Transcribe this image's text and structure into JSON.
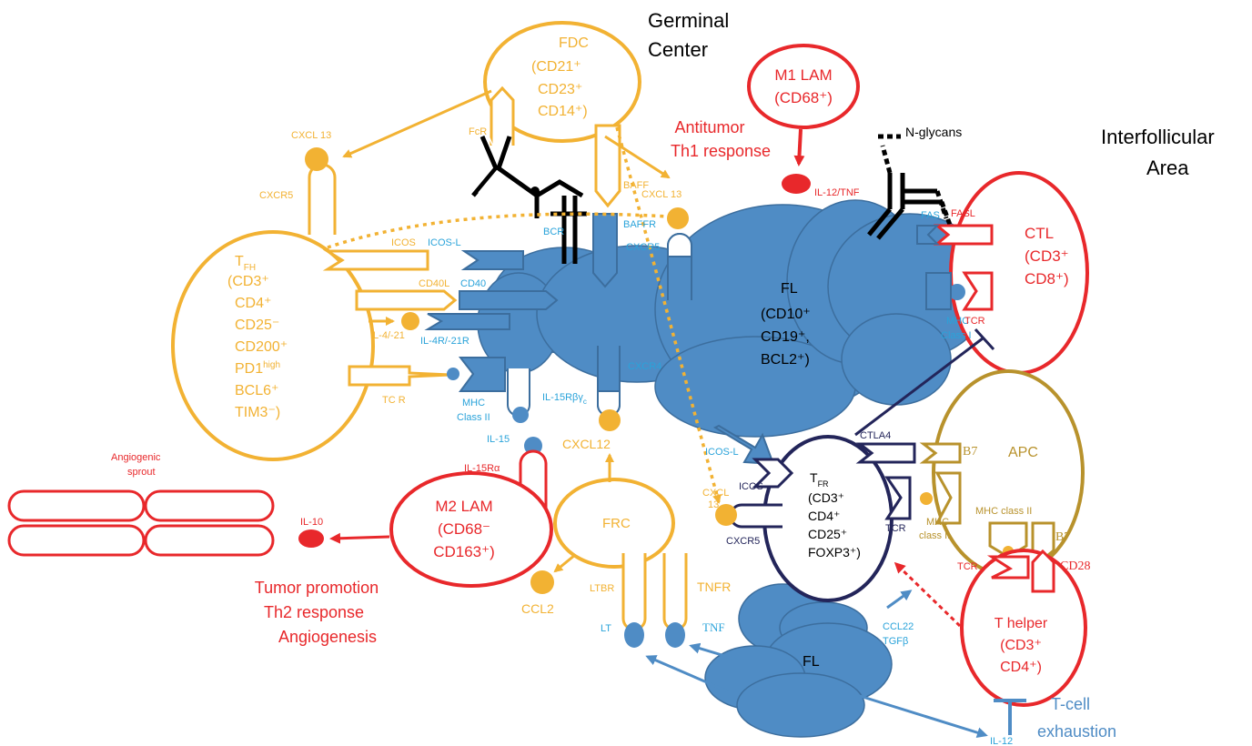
{
  "colors": {
    "orange": "#F2B233",
    "blue": "#4F8CC5",
    "cyan_text": "#2AA3DA",
    "red": "#E8282B",
    "navy": "#23255A",
    "gold": "#B8922C",
    "black": "#000000"
  },
  "regions": {
    "germinal_center": [
      "Germinal",
      "Center"
    ],
    "interfollicular": [
      "Interfollicular",
      "Area"
    ]
  },
  "fdc": {
    "name": "FDC",
    "markers": [
      "(CD21⁺",
      "CD23⁺",
      "CD14⁺)"
    ],
    "receptor": "FcR"
  },
  "tfh": {
    "name": "T",
    "sub": "FH",
    "markers": [
      "(CD3⁺",
      "CD4⁺",
      "CD25⁻",
      "CD200⁺",
      "PD1",
      "BCL6⁺",
      "TIM3⁻)"
    ],
    "pd1_sup": "high"
  },
  "fl_main": {
    "name": "FL",
    "markers": [
      "(CD10⁺",
      "CD19⁺,",
      "BCL2⁺)"
    ]
  },
  "fl_small": {
    "name": "FL"
  },
  "m1_lam": {
    "lines": [
      "M1 LAM",
      "(CD68⁺)"
    ]
  },
  "m2_lam": {
    "lines": [
      "M2 LAM",
      "(CD68⁻",
      "CD163⁺)"
    ]
  },
  "ctl": {
    "lines": [
      "CTL",
      "(CD3⁺",
      "CD8⁺)"
    ]
  },
  "tfr": {
    "name": "T",
    "sub": "FR",
    "markers": [
      "(CD3⁺",
      "CD4⁺",
      "CD25⁺",
      "FOXP3⁺)"
    ]
  },
  "apc": {
    "name": "APC"
  },
  "t_helper": {
    "lines": [
      "T helper",
      "(CD3⁺",
      "CD4⁺)"
    ]
  },
  "frc": {
    "name": "FRC"
  },
  "labels": {
    "cxcl13_top": "CXCL 13",
    "cxcr5_left": "CXCR5",
    "icos": "ICOS",
    "icos_l": "ICOS-L",
    "cd40l": "CD40L",
    "cd40": "CD40",
    "il4_21": "IL-4/-21",
    "il4r_21r": "IL-4R/-21R",
    "tcr_left": "TC R",
    "mhc_class2": "MHC",
    "class2": "Class II",
    "bcr": "BCR",
    "baff": "BAFF",
    "baffr": "BAFFR",
    "cxcl13_mid": "CXCL 13",
    "cxcr5_mid": "CXCR5",
    "cxcr4": "CXCR4",
    "il15rbg": "IL-15Rβγ",
    "il15rbg_sub": "c",
    "il15": "IL-15",
    "il15ra": "IL-15Rα",
    "cxcl12": "CXCL12",
    "il12_tnf": "IL-12/TNF",
    "n_glycans": "N-glycans",
    "fas": "FAS",
    "fasl": "FASL",
    "mhc_class1": "MHC",
    "class1": "Class I",
    "tcr_ctl": "TCR",
    "ctla4": "CTLA4",
    "b7_top": "B7",
    "icos_l_2": "ICOS-L",
    "icos_2": "ICOS",
    "cxcl13_low1": "CXCL",
    "cxcl13_low2": "13",
    "cxcr5_low": "CXCR5",
    "tcr_tfr": "TCR",
    "mhc_apc1": "MHC",
    "mhc_apc2": "class II",
    "mhc_class_ii_apc": "MHC class II",
    "b7_low": "B7",
    "tcr_helper": "TCR",
    "cd28": "CD28",
    "angiogenic1": "Angiogenic",
    "angiogenic2": "sprout",
    "il10": "IL-10",
    "ltbr": "LTBR",
    "tnfr": "TNFR",
    "ccl2": "CCL2",
    "lt": "LT",
    "tnf": "TNF",
    "ccl22": "CCL22",
    "tgfb": "TGFβ",
    "il12_bottom": "IL-12",
    "antitumor": [
      "Antitumor",
      "Th1 response"
    ],
    "tumor_promotion": [
      "Tumor promotion",
      "Th2 response",
      "Angiogenesis"
    ],
    "exhaustion": [
      "T-cell",
      "exhaustion"
    ]
  }
}
